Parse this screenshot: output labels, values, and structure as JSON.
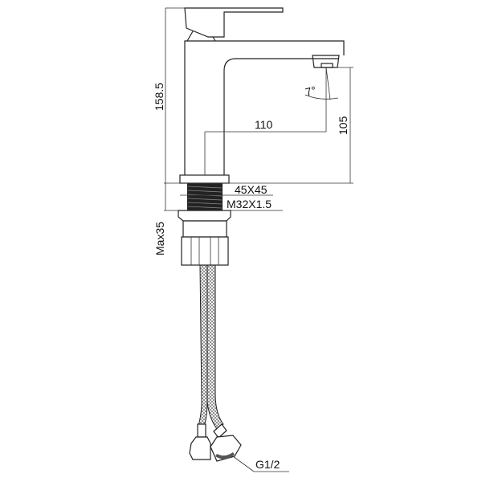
{
  "drawing": {
    "dimensions": {
      "total_height": "158.5",
      "spout_height": "105",
      "spout_reach": "110",
      "spout_angle": "7°",
      "base_size": "45X45",
      "thread": "M32X1.5",
      "max_mount_thickness": "Max35",
      "hose_connection": "G1/2"
    },
    "colors": {
      "line": "#222222",
      "background": "#ffffff"
    }
  }
}
